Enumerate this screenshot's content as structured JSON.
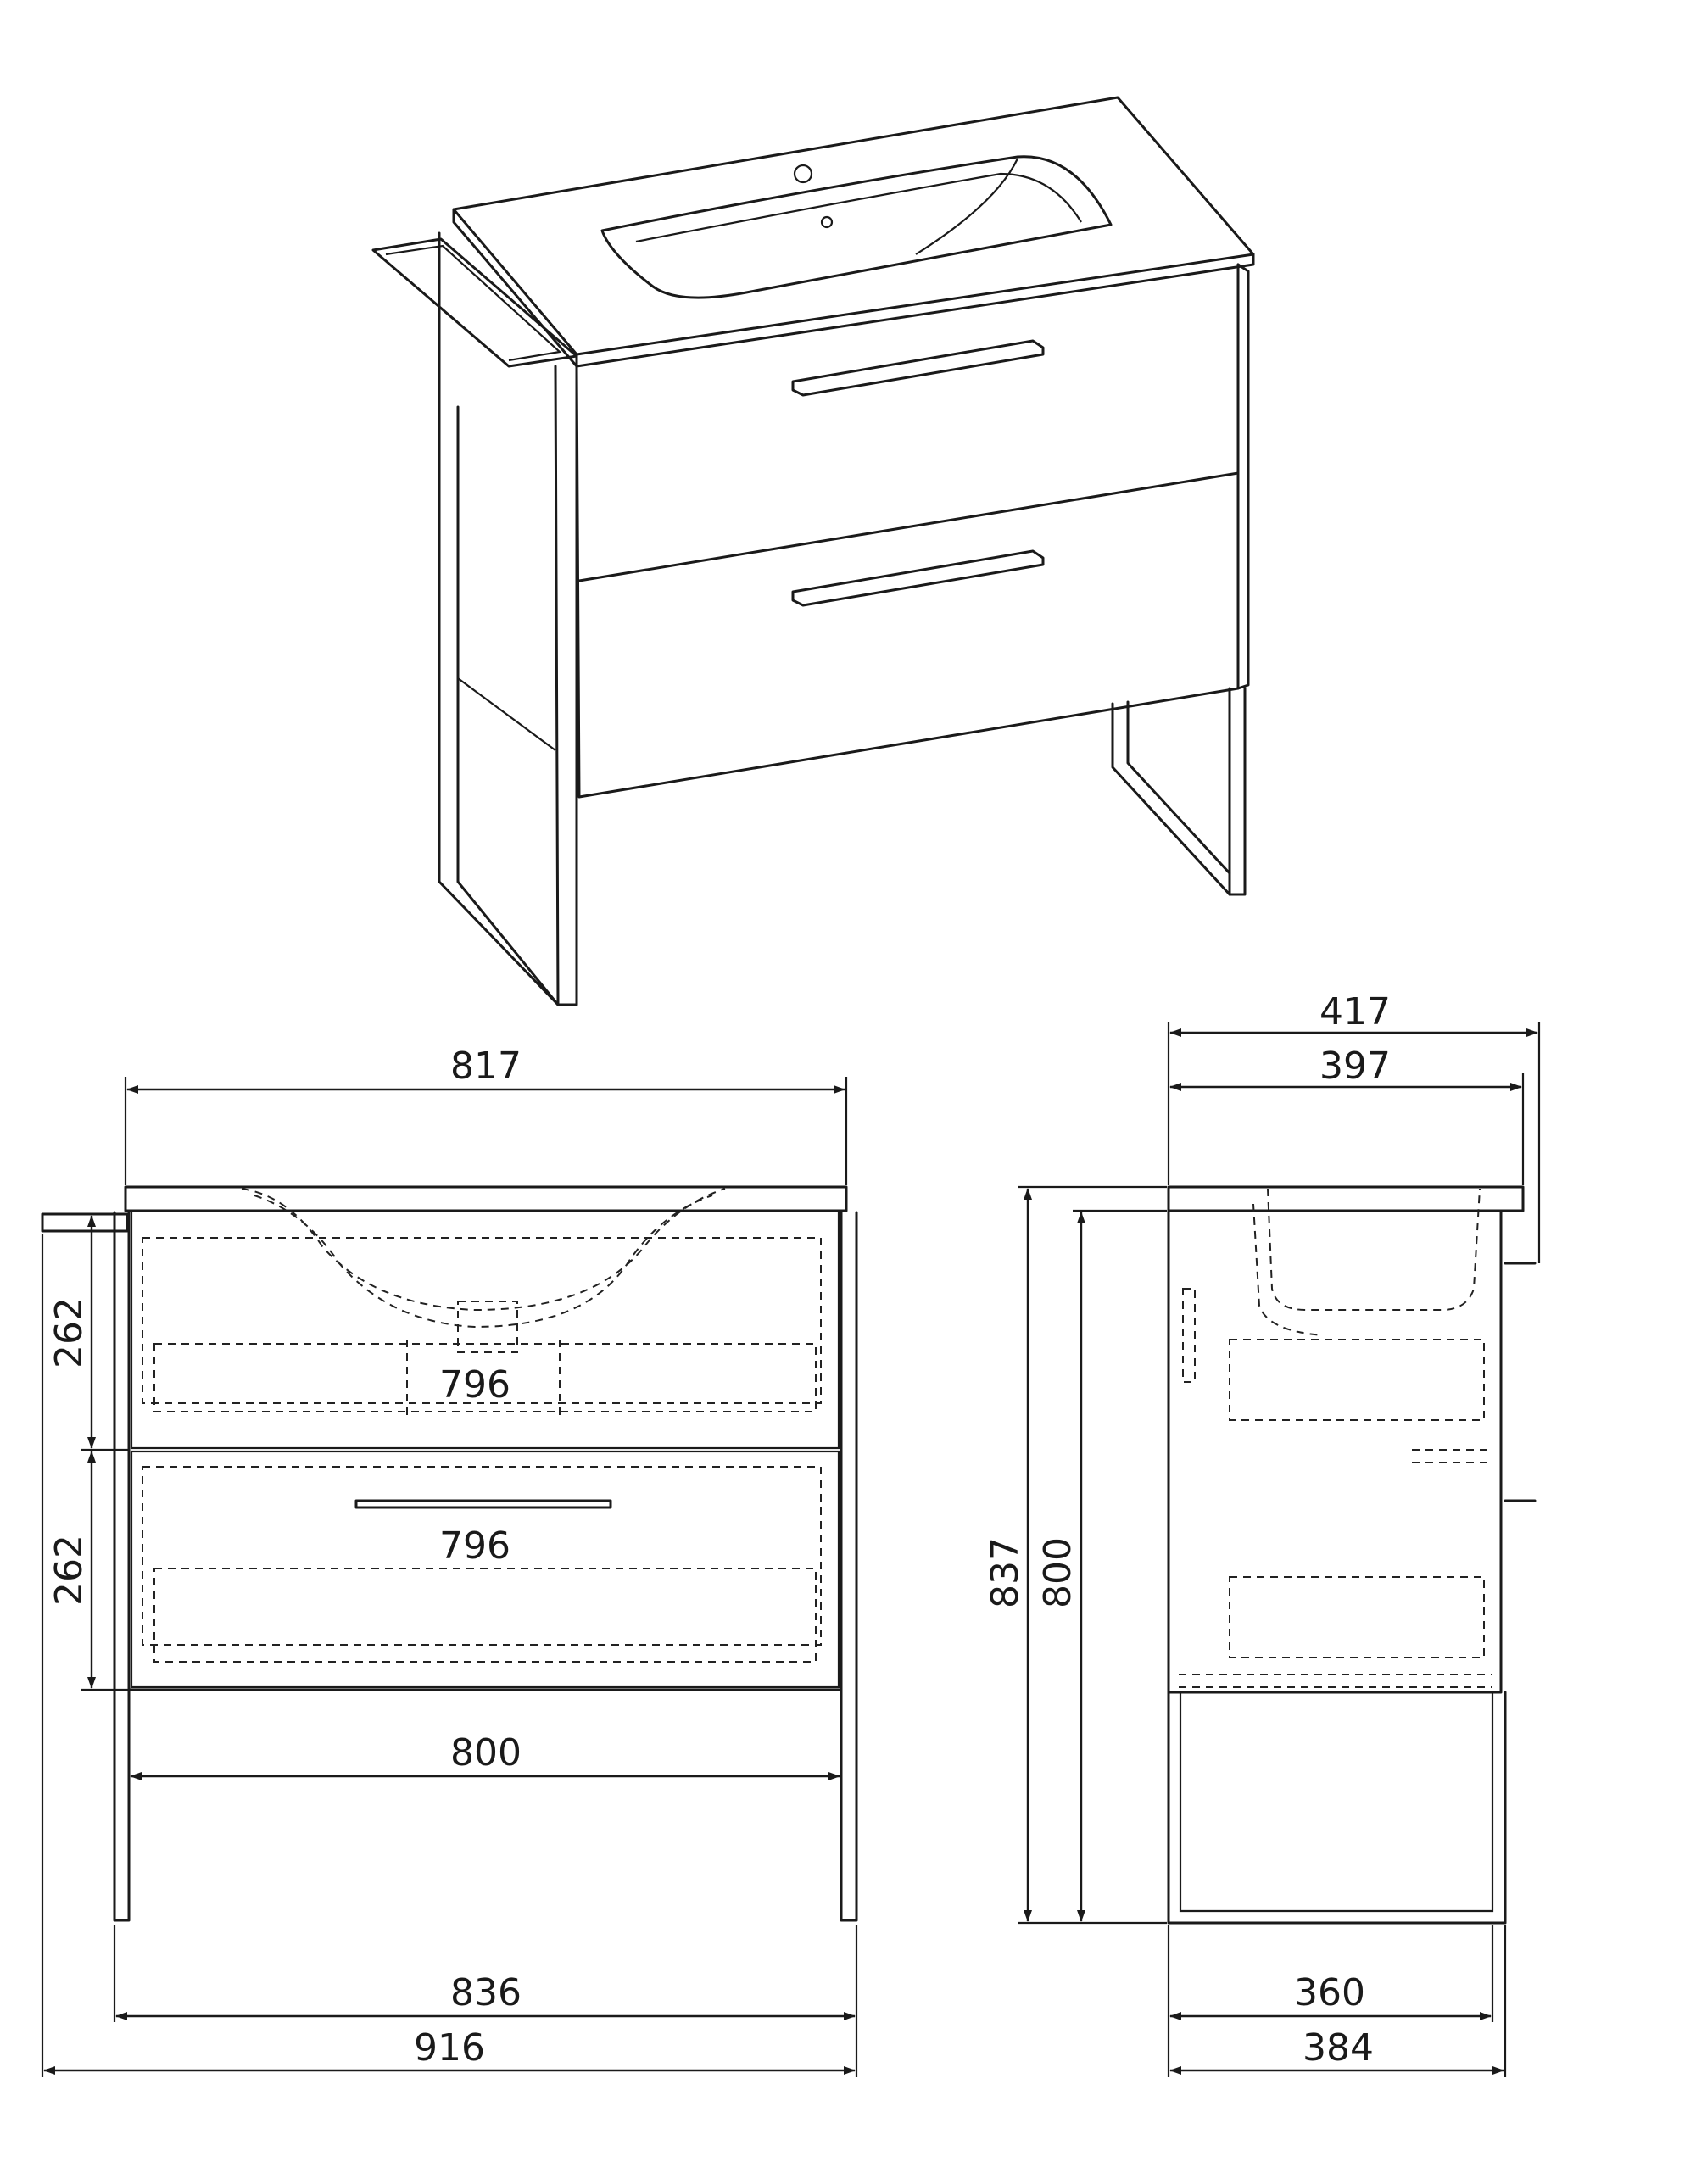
{
  "dimensions": {
    "front_countertop_width": "817",
    "front_height_upper_drawer": "262",
    "front_height_lower_drawer": "262",
    "front_inner_width_upper": "796",
    "front_inner_width_lower": "796",
    "front_body_width": "800",
    "front_frame_width": "836",
    "front_total_width": "916",
    "side_total_depth": "417",
    "side_top_depth": "397",
    "side_total_height": "837",
    "side_body_height": "800",
    "side_inner_depth": "360",
    "side_frame_depth": "384"
  }
}
